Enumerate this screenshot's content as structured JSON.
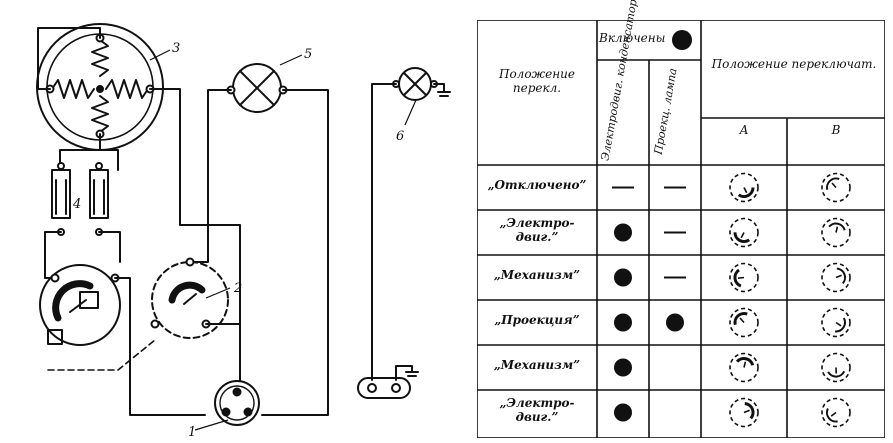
{
  "diagram": {
    "labels": {
      "c1": "1",
      "c2": "2",
      "c3": "3",
      "c4": "4",
      "c5": "5",
      "c6": "6"
    },
    "ground_symbol": "⊥"
  },
  "table": {
    "header_position": "Положение перекл.",
    "header_on": "Включены",
    "col_electrodes": "Электродвиг. конденсаторы",
    "col_lamp": "Проекц. лампа",
    "header_switch_position": "Положение переключат.",
    "col_a": "А",
    "col_b": "В",
    "rows": [
      {
        "label": "„Отключено”",
        "electrodes": "dash",
        "lamp": "dash"
      },
      {
        "label": "„Электро-двиг.”",
        "electrodes": "dot",
        "lamp": "dash"
      },
      {
        "label": "„Механизм”",
        "electrodes": "dot",
        "lamp": "dash"
      },
      {
        "label": "„Проекция”",
        "electrodes": "dot",
        "lamp": "dot"
      },
      {
        "label": "„Механизм”",
        "electrodes": "dot",
        "lamp": "none"
      },
      {
        "label": "„Электро-двиг.”",
        "electrodes": "dot",
        "lamp": "none"
      }
    ]
  }
}
